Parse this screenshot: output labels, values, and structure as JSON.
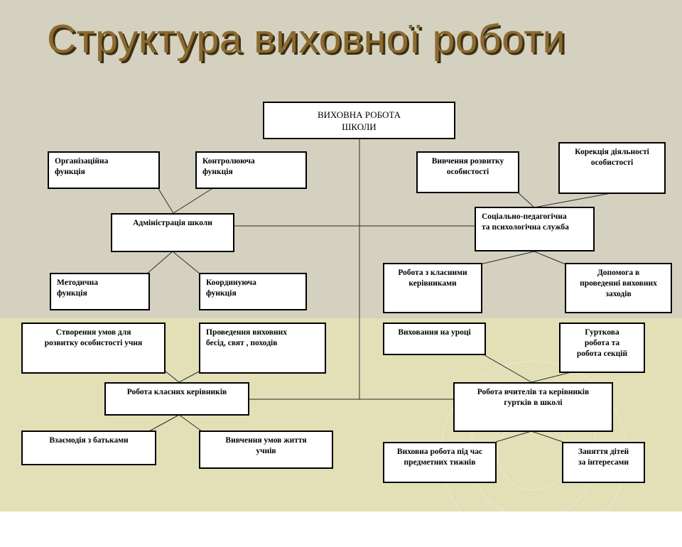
{
  "title": "Структура виховної роботи",
  "root": "ВИХОВНА       РОБОТА\nШКОЛИ",
  "left": {
    "admin": "Адміністрація школи",
    "org": "Організаційна\nфункція",
    "control": "Контролююча\nфункція",
    "method": "Методична\nфункція",
    "coord": "Координуюча\nфункція",
    "class_heads": "Робота класних керівників",
    "conditions": "Створення умов для\nрозвитку особистості учня",
    "talks": "Проведення виховних\nбесід,  свят , походів",
    "parents": "Взаємодія з батьками",
    "living": "Вивчення умов життя\nучнів"
  },
  "right": {
    "social": "Соціально-педагогічна\nта психологічна служба",
    "study": "Вивчення розвитку\nособистості",
    "correction": "Корекція діяльності\nособистості",
    "work_class": "Робота з класними\nкерівниками",
    "help": "Допомога в\nпроведенні виховних\nзаходів",
    "teachers": "Робота вчителів та керівників\nгуртків в школі",
    "lesson": "Виховання на уроці",
    "circles": "Гурткова\nробота та\nробота секцій",
    "subject_weeks": "Виховна робота під час\nпредметних тижнів",
    "interests": "Заняття дітей\nза інтересами"
  }
}
